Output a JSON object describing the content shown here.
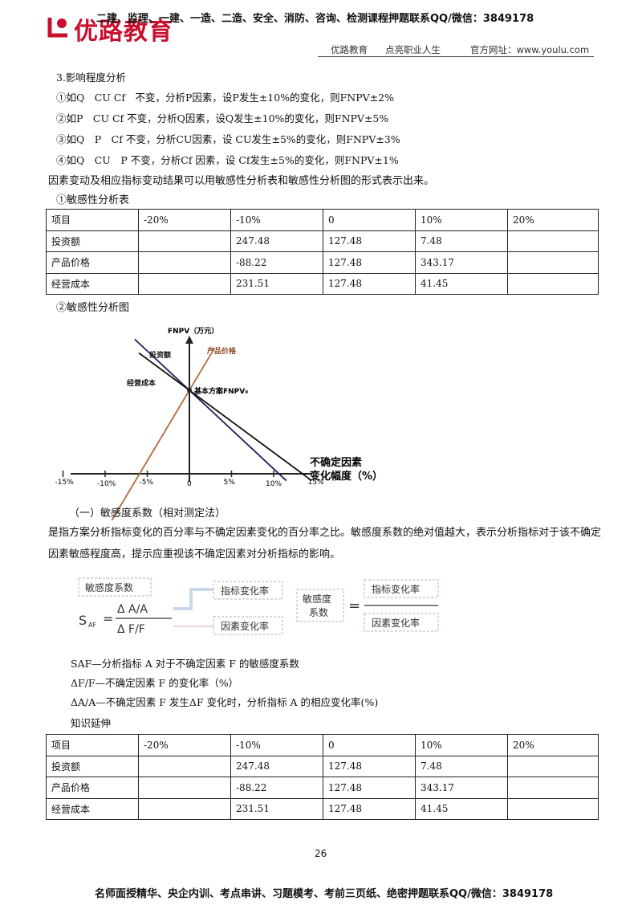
{
  "header": {
    "brand": "优路教育",
    "promo": "二建、监理、一建、一造、二造、安全、消防、咨询、检测课程押题联系QQ/微信：3849178",
    "slogan_brand": "优路教育",
    "slogan": "点亮职业人生",
    "site_label": "官方网址：www.youlu.com"
  },
  "section_title": "3.影响程度分析",
  "cases": [
    "①如Q　CU Cf　不变，分析P因素，设P发生±10%的变化，则FNPV±2%",
    "②如P　CU Cf 不变，分析Q因素，设Q发生±10%的变化，则FNPV±5%",
    "③如Q　P　Cf 不变，分析CU因素，设 CU发生±5%的变化，则FNPV±3%",
    "④如Q　CU　P 不变，分析Cf 因素，设 Cf发生±5%的变化，则FNPV±1%"
  ],
  "intro": "因素变动及相应指标变动结果可以用敏感性分析表和敏感性分析图的形式表示出来。",
  "table_title": "①敏感性分析表",
  "table": {
    "header": [
      "项目",
      "-20%",
      "-10%",
      "0",
      "10%",
      "20%"
    ],
    "rows": [
      [
        "投资额",
        "",
        "247.48",
        "127.48",
        "7.48",
        ""
      ],
      [
        "产品价格",
        "",
        "-88.22",
        "127.48",
        "343.17",
        ""
      ],
      [
        "经营成本",
        "",
        "231.51",
        "127.48",
        "41.45",
        ""
      ]
    ]
  },
  "chart_title": "②敏感性分析图",
  "chart_data": {
    "type": "line",
    "ylabel": "FNPV（万元）",
    "xlabel_line1": "不确定因素",
    "xlabel_line2": "变化幅度（%）",
    "xticks": [
      "-15%",
      "-10%",
      "-5%",
      "0",
      "5%",
      "10%",
      "15%"
    ],
    "base_label": "基本方案FNPV₀",
    "series": [
      {
        "name": "投资额",
        "x": [
          -10,
          0,
          10
        ],
        "y": [
          247.48,
          127.48,
          7.48
        ],
        "color": "#1f1f5c"
      },
      {
        "name": "产品价格",
        "x": [
          -10,
          0,
          10
        ],
        "y": [
          -88.22,
          127.48,
          343.17
        ],
        "color": "#b5683a"
      },
      {
        "name": "经营成本",
        "x": [
          -10,
          0,
          10
        ],
        "y": [
          231.51,
          127.48,
          41.45
        ],
        "color": "#111111"
      }
    ]
  },
  "subsection_title": "（一）敏感度系数（相对测定法）",
  "definition": "是指方案分析指标变化的百分率与不确定因素变化的百分率之比。敏感度系数的绝对值越大，表示分析指标对于该不确定因素敏感程度高，提示应重视该不确定因素对分析指标的影响。",
  "formula": {
    "box_label": "敏感度系数",
    "s_main": "S",
    "s_sub": "AF",
    "eq": "=",
    "numerator": "Δ A/A",
    "denominator": "Δ F/F",
    "arrow_top": "指标变化率",
    "arrow_bottom": "因素变化率",
    "right_box_line1": "敏感度",
    "right_box_line2": "系数",
    "right_eq": "=",
    "right_numerator": "指标变化率",
    "right_denominator": "因素变化率"
  },
  "legend_lines": [
    "SAF—分析指标 A 对于不确定因素 F 的敏感度系数",
    "ΔF/F—不确定因素 F 的变化率（%）",
    "ΔA/A—不确定因素 F 发生ΔF 变化时，分析指标 A 的相应变化率(%)"
  ],
  "extension_title": "知识延伸",
  "page_number": "26",
  "footer": "名师面授精华、央企内训、考点串讲、习题模考、考前三页纸、绝密押题联系QQ/微信：3849178"
}
